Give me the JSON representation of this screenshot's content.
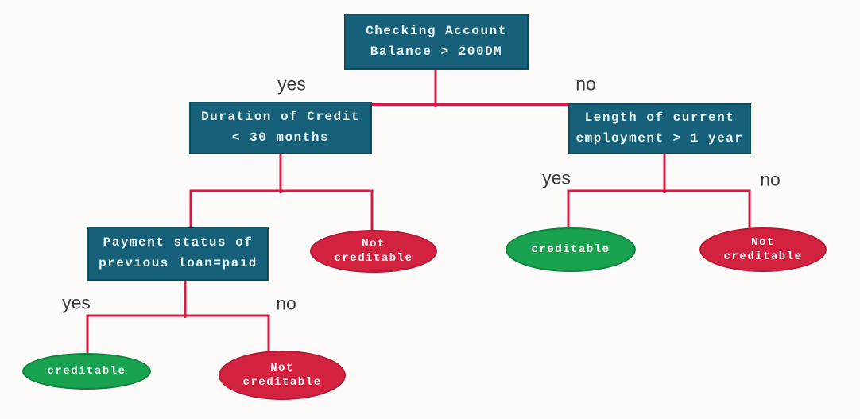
{
  "diagram": {
    "kind": "decision-tree",
    "topic": "credit scoring",
    "colors": {
      "background": "#fdfbf9",
      "decision_fill": "#16607a",
      "decision_border": "#0d4c60",
      "decision_text": "#e9f7f7",
      "creditable_fill": "#18a14f",
      "creditable_border": "#11813f",
      "not_creditable_fill": "#d32240",
      "not_creditable_border": "#b41a36",
      "leaf_text": "#ffffff",
      "edge": "#d61a45",
      "edge_label_text": "#3b3b3b"
    },
    "nodes": {
      "root": "Checking Account\nBalance > 200DM",
      "duration": "Duration of Credit\n< 30 months",
      "employment": "Length of current\nemployment > 1 year",
      "payment": "Payment status of\nprevious loan=paid"
    },
    "leaves": {
      "duration_no": "Not\ncreditable",
      "employment_yes": "creditable",
      "employment_no": "Not\ncreditable",
      "payment_yes": "creditable",
      "payment_no": "Not\ncreditable"
    },
    "edge_labels": {
      "root_yes": "yes",
      "root_no": "no",
      "employment_yes": "yes",
      "employment_no": "no",
      "payment_yes": "yes",
      "payment_no": "no"
    }
  }
}
